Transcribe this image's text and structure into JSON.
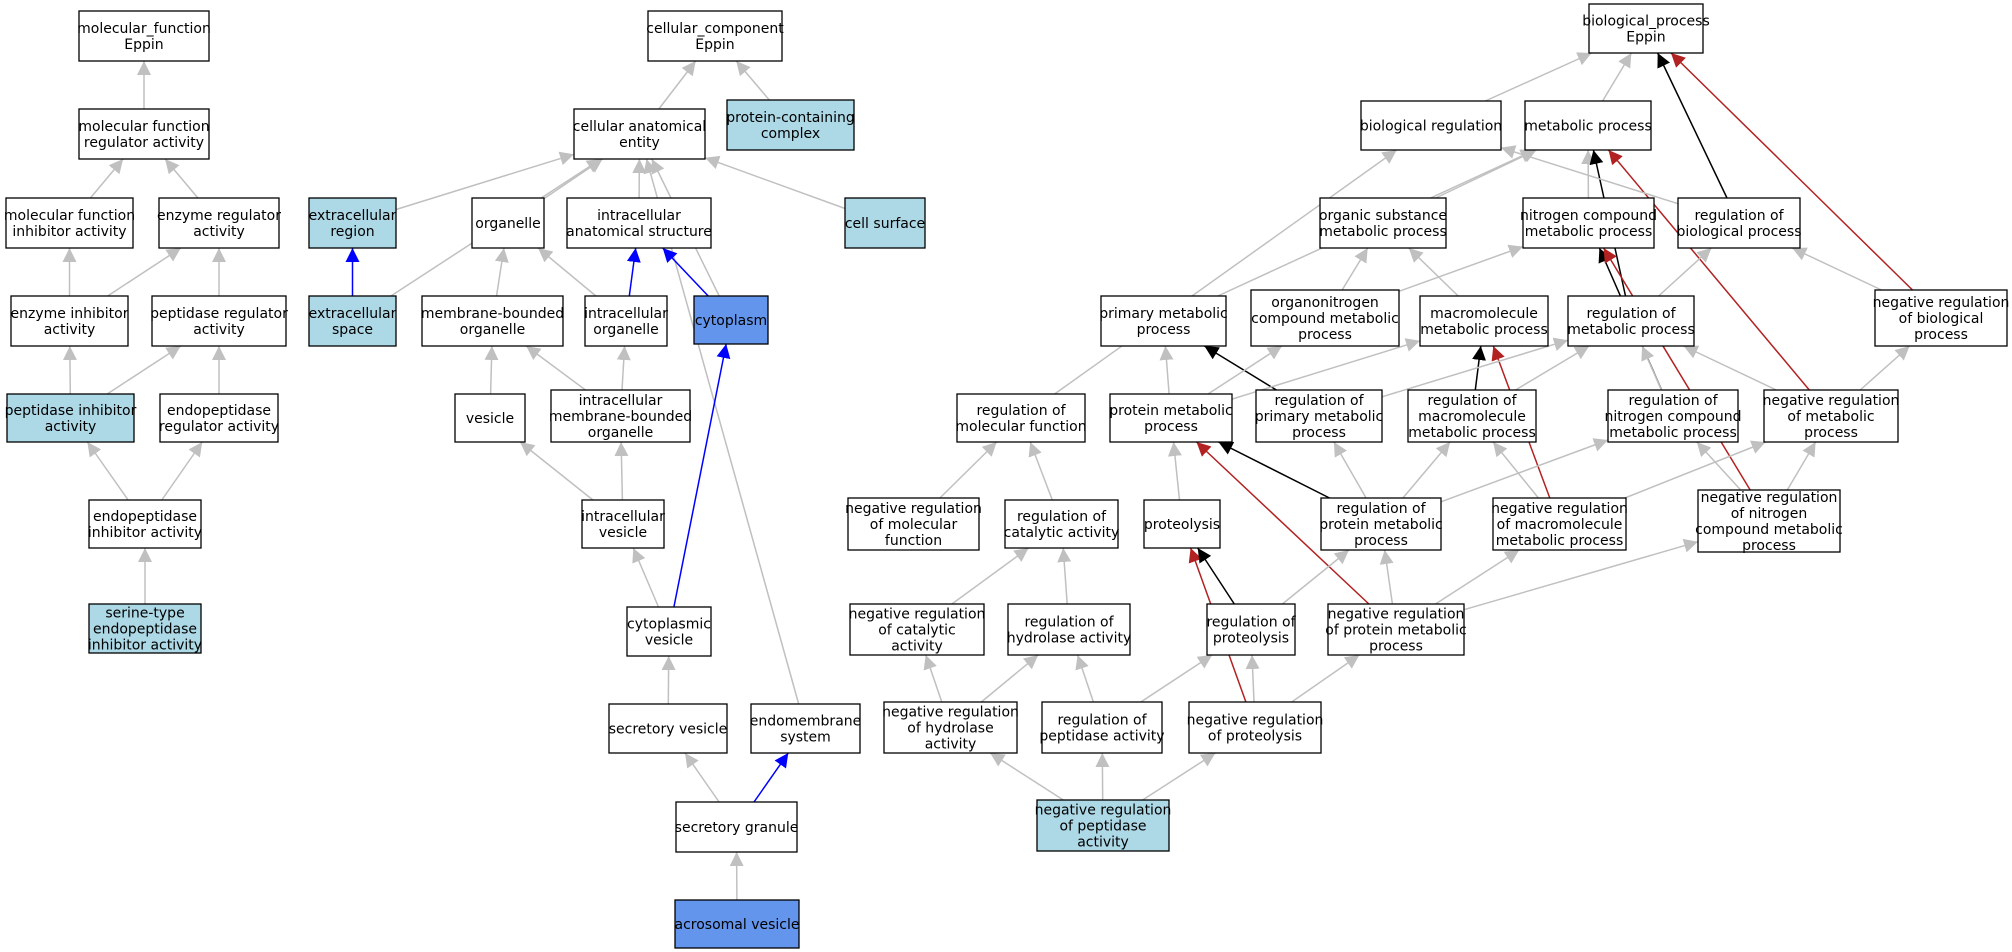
{
  "colors": {
    "plain": "#ffffff",
    "light": "#add8e6",
    "dark": "#6495ed",
    "edge_grey": "#c0c0c0",
    "edge_black": "#000000",
    "edge_blue": "#0000ff",
    "edge_red": "#b22222"
  },
  "nodes": [
    {
      "id": "mf",
      "lines": [
        "molecular_function",
        "Eppin"
      ],
      "fill": "plain"
    },
    {
      "id": "mfra",
      "lines": [
        "molecular function",
        "regulator activity"
      ],
      "fill": "plain"
    },
    {
      "id": "mfia",
      "lines": [
        "molecular function",
        "inhibitor activity"
      ],
      "fill": "plain"
    },
    {
      "id": "era",
      "lines": [
        "enzyme regulator",
        "activity"
      ],
      "fill": "plain"
    },
    {
      "id": "eia",
      "lines": [
        "enzyme inhibitor",
        "activity"
      ],
      "fill": "plain"
    },
    {
      "id": "pra",
      "lines": [
        "peptidase regulator",
        "activity"
      ],
      "fill": "plain"
    },
    {
      "id": "pia",
      "lines": [
        "peptidase inhibitor",
        "activity"
      ],
      "fill": "light"
    },
    {
      "id": "epra",
      "lines": [
        "endopeptidase",
        "regulator activity"
      ],
      "fill": "plain"
    },
    {
      "id": "epia",
      "lines": [
        "endopeptidase",
        "inhibitor activity"
      ],
      "fill": "plain"
    },
    {
      "id": "stepia",
      "lines": [
        "serine-type",
        "endopeptidase",
        "inhibitor activity"
      ],
      "fill": "light"
    },
    {
      "id": "cc",
      "lines": [
        "cellular_component",
        "Eppin"
      ],
      "fill": "plain"
    },
    {
      "id": "cae",
      "lines": [
        "cellular anatomical",
        "entity"
      ],
      "fill": "plain"
    },
    {
      "id": "pcc",
      "lines": [
        "protein-containing",
        "complex"
      ],
      "fill": "light"
    },
    {
      "id": "exr",
      "lines": [
        "extracellular",
        "region"
      ],
      "fill": "light"
    },
    {
      "id": "org",
      "lines": [
        "organelle"
      ],
      "fill": "plain"
    },
    {
      "id": "ias",
      "lines": [
        "intracellular",
        "anatomical structure"
      ],
      "fill": "plain"
    },
    {
      "id": "cs",
      "lines": [
        "cell surface"
      ],
      "fill": "light"
    },
    {
      "id": "exs",
      "lines": [
        "extracellular",
        "space"
      ],
      "fill": "light"
    },
    {
      "id": "mbo",
      "lines": [
        "membrane-bounded",
        "organelle"
      ],
      "fill": "plain"
    },
    {
      "id": "io",
      "lines": [
        "intracellular",
        "organelle"
      ],
      "fill": "plain"
    },
    {
      "id": "cyt",
      "lines": [
        "cytoplasm"
      ],
      "fill": "dark"
    },
    {
      "id": "ves",
      "lines": [
        "vesicle"
      ],
      "fill": "plain"
    },
    {
      "id": "imbo",
      "lines": [
        "intracellular",
        "membrane-bounded",
        "organelle"
      ],
      "fill": "plain"
    },
    {
      "id": "iv",
      "lines": [
        "intracellular",
        "vesicle"
      ],
      "fill": "plain"
    },
    {
      "id": "cv",
      "lines": [
        "cytoplasmic",
        "vesicle"
      ],
      "fill": "plain"
    },
    {
      "id": "sv",
      "lines": [
        "secretory vesicle"
      ],
      "fill": "plain"
    },
    {
      "id": "ems",
      "lines": [
        "endomembrane",
        "system"
      ],
      "fill": "plain"
    },
    {
      "id": "sg",
      "lines": [
        "secretory granule"
      ],
      "fill": "plain"
    },
    {
      "id": "av",
      "lines": [
        "acrosomal vesicle"
      ],
      "fill": "dark"
    },
    {
      "id": "bp",
      "lines": [
        "biological_process",
        "Eppin"
      ],
      "fill": "plain"
    },
    {
      "id": "breg",
      "lines": [
        "biological regulation"
      ],
      "fill": "plain"
    },
    {
      "id": "mp",
      "lines": [
        "metabolic process"
      ],
      "fill": "plain"
    },
    {
      "id": "osmp",
      "lines": [
        "organic substance",
        "metabolic process"
      ],
      "fill": "plain"
    },
    {
      "id": "ncmp",
      "lines": [
        "nitrogen compound",
        "metabolic process"
      ],
      "fill": "plain"
    },
    {
      "id": "rbp",
      "lines": [
        "regulation of",
        "biological process"
      ],
      "fill": "plain"
    },
    {
      "id": "pmp",
      "lines": [
        "primary metabolic",
        "process"
      ],
      "fill": "plain"
    },
    {
      "id": "oncmp",
      "lines": [
        "organonitrogen",
        "compound metabolic",
        "process"
      ],
      "fill": "plain"
    },
    {
      "id": "mmp",
      "lines": [
        "macromolecule",
        "metabolic process"
      ],
      "fill": "plain"
    },
    {
      "id": "rmp",
      "lines": [
        "regulation of",
        "metabolic process"
      ],
      "fill": "plain"
    },
    {
      "id": "nrbp",
      "lines": [
        "negative regulation",
        "of biological",
        "process"
      ],
      "fill": "plain"
    },
    {
      "id": "rmf",
      "lines": [
        "regulation of",
        "molecular function"
      ],
      "fill": "plain"
    },
    {
      "id": "prmp",
      "lines": [
        "protein metabolic",
        "process"
      ],
      "fill": "plain"
    },
    {
      "id": "rpmp",
      "lines": [
        "regulation of",
        "primary metabolic",
        "process"
      ],
      "fill": "plain"
    },
    {
      "id": "rmmp",
      "lines": [
        "regulation of",
        "macromolecule",
        "metabolic process"
      ],
      "fill": "plain"
    },
    {
      "id": "rncmp",
      "lines": [
        "regulation of",
        "nitrogen compound",
        "metabolic process"
      ],
      "fill": "plain"
    },
    {
      "id": "nrmp",
      "lines": [
        "negative regulation",
        "of metabolic",
        "process"
      ],
      "fill": "plain"
    },
    {
      "id": "nrmf",
      "lines": [
        "negative regulation",
        "of molecular",
        "function"
      ],
      "fill": "plain"
    },
    {
      "id": "rca",
      "lines": [
        "regulation of",
        "catalytic activity"
      ],
      "fill": "plain"
    },
    {
      "id": "prot",
      "lines": [
        "proteolysis"
      ],
      "fill": "plain"
    },
    {
      "id": "rprmp",
      "lines": [
        "regulation of",
        "protein metabolic",
        "process"
      ],
      "fill": "plain"
    },
    {
      "id": "nrmmp",
      "lines": [
        "negative regulation",
        "of macromolecule",
        "metabolic process"
      ],
      "fill": "plain"
    },
    {
      "id": "nrncmp",
      "lines": [
        "negative regulation",
        "of nitrogen",
        "compound metabolic",
        "process"
      ],
      "fill": "plain"
    },
    {
      "id": "nrca",
      "lines": [
        "negative regulation",
        "of catalytic",
        "activity"
      ],
      "fill": "plain"
    },
    {
      "id": "rha",
      "lines": [
        "regulation of",
        "hydrolase activity"
      ],
      "fill": "plain"
    },
    {
      "id": "rprot",
      "lines": [
        "regulation of",
        "proteolysis"
      ],
      "fill": "plain"
    },
    {
      "id": "nrprmp",
      "lines": [
        "negative regulation",
        "of protein metabolic",
        "process"
      ],
      "fill": "plain"
    },
    {
      "id": "nrha",
      "lines": [
        "negative regulation",
        "of hydrolase",
        "activity"
      ],
      "fill": "plain"
    },
    {
      "id": "rpa",
      "lines": [
        "regulation of",
        "peptidase activity"
      ],
      "fill": "plain"
    },
    {
      "id": "nrprot",
      "lines": [
        "negative regulation",
        "of proteolysis"
      ],
      "fill": "plain"
    },
    {
      "id": "nrpa",
      "lines": [
        "negative regulation",
        "of peptidase",
        "activity"
      ],
      "fill": "light"
    }
  ],
  "edges": [
    {
      "from": "mfra",
      "to": "mf",
      "color": "edge_grey"
    },
    {
      "from": "mfia",
      "to": "mfra",
      "color": "edge_grey"
    },
    {
      "from": "era",
      "to": "mfra",
      "color": "edge_grey"
    },
    {
      "from": "eia",
      "to": "mfia",
      "color": "edge_grey"
    },
    {
      "from": "eia",
      "to": "era",
      "color": "edge_grey"
    },
    {
      "from": "pra",
      "to": "era",
      "color": "edge_grey"
    },
    {
      "from": "pia",
      "to": "eia",
      "color": "edge_grey"
    },
    {
      "from": "pia",
      "to": "pra",
      "color": "edge_grey"
    },
    {
      "from": "epra",
      "to": "pra",
      "color": "edge_grey"
    },
    {
      "from": "epia",
      "to": "pia",
      "color": "edge_grey"
    },
    {
      "from": "epia",
      "to": "epra",
      "color": "edge_grey"
    },
    {
      "from": "stepia",
      "to": "epia",
      "color": "edge_grey"
    },
    {
      "from": "cae",
      "to": "cc",
      "color": "edge_grey"
    },
    {
      "from": "pcc",
      "to": "cc",
      "color": "edge_grey"
    },
    {
      "from": "exr",
      "to": "cae",
      "color": "edge_grey"
    },
    {
      "from": "exs",
      "to": "cae",
      "color": "edge_grey"
    },
    {
      "from": "org",
      "to": "cae",
      "color": "edge_grey"
    },
    {
      "from": "ias",
      "to": "cae",
      "color": "edge_grey"
    },
    {
      "from": "cyt",
      "to": "cae",
      "color": "edge_grey"
    },
    {
      "from": "ems",
      "to": "cae",
      "color": "edge_grey"
    },
    {
      "from": "cs",
      "to": "cae",
      "color": "edge_grey"
    },
    {
      "from": "exs",
      "to": "exr",
      "color": "edge_blue"
    },
    {
      "from": "mbo",
      "to": "org",
      "color": "edge_grey"
    },
    {
      "from": "io",
      "to": "org",
      "color": "edge_grey"
    },
    {
      "from": "io",
      "to": "ias",
      "color": "edge_blue"
    },
    {
      "from": "cyt",
      "to": "ias",
      "color": "edge_blue"
    },
    {
      "from": "ves",
      "to": "mbo",
      "color": "edge_grey"
    },
    {
      "from": "imbo",
      "to": "mbo",
      "color": "edge_grey"
    },
    {
      "from": "imbo",
      "to": "io",
      "color": "edge_grey"
    },
    {
      "from": "iv",
      "to": "ves",
      "color": "edge_grey"
    },
    {
      "from": "iv",
      "to": "imbo",
      "color": "edge_grey"
    },
    {
      "from": "cv",
      "to": "iv",
      "color": "edge_grey"
    },
    {
      "from": "cv",
      "to": "cyt",
      "color": "edge_blue"
    },
    {
      "from": "sv",
      "to": "cv",
      "color": "edge_grey"
    },
    {
      "from": "sg",
      "to": "sv",
      "color": "edge_grey"
    },
    {
      "from": "sg",
      "to": "ems",
      "color": "edge_blue"
    },
    {
      "from": "av",
      "to": "sg",
      "color": "edge_grey"
    },
    {
      "from": "breg",
      "to": "bp",
      "color": "edge_grey"
    },
    {
      "from": "mp",
      "to": "bp",
      "color": "edge_grey"
    },
    {
      "from": "rbp",
      "to": "bp",
      "color": "edge_black"
    },
    {
      "from": "nrbp",
      "to": "bp",
      "color": "edge_red"
    },
    {
      "from": "osmp",
      "to": "mp",
      "color": "edge_grey"
    },
    {
      "from": "ncmp",
      "to": "mp",
      "color": "edge_grey"
    },
    {
      "from": "pmp",
      "to": "mp",
      "color": "edge_grey"
    },
    {
      "from": "rmp",
      "to": "mp",
      "color": "edge_black"
    },
    {
      "from": "nrmp",
      "to": "mp",
      "color": "edge_red"
    },
    {
      "from": "rbp",
      "to": "breg",
      "color": "edge_grey"
    },
    {
      "from": "rmf",
      "to": "breg",
      "color": "edge_grey"
    },
    {
      "from": "oncmp",
      "to": "osmp",
      "color": "edge_grey"
    },
    {
      "from": "mmp",
      "to": "osmp",
      "color": "edge_grey"
    },
    {
      "from": "oncmp",
      "to": "ncmp",
      "color": "edge_grey"
    },
    {
      "from": "rncmp",
      "to": "ncmp",
      "color": "edge_black"
    },
    {
      "from": "nrncmp",
      "to": "ncmp",
      "color": "edge_red"
    },
    {
      "from": "rmp",
      "to": "rbp",
      "color": "edge_grey"
    },
    {
      "from": "nrbp",
      "to": "rbp",
      "color": "edge_grey"
    },
    {
      "from": "prmp",
      "to": "pmp",
      "color": "edge_grey"
    },
    {
      "from": "rpmp",
      "to": "pmp",
      "color": "edge_black"
    },
    {
      "from": "prmp",
      "to": "oncmp",
      "color": "edge_grey"
    },
    {
      "from": "prmp",
      "to": "mmp",
      "color": "edge_grey"
    },
    {
      "from": "rmmp",
      "to": "mmp",
      "color": "edge_black"
    },
    {
      "from": "nrmmp",
      "to": "mmp",
      "color": "edge_red"
    },
    {
      "from": "rpmp",
      "to": "rmp",
      "color": "edge_grey"
    },
    {
      "from": "rmmp",
      "to": "rmp",
      "color": "edge_grey"
    },
    {
      "from": "rncmp",
      "to": "rmp",
      "color": "edge_grey"
    },
    {
      "from": "nrmp",
      "to": "rmp",
      "color": "edge_grey"
    },
    {
      "from": "nrmp",
      "to": "nrbp",
      "color": "edge_grey"
    },
    {
      "from": "nrmf",
      "to": "rmf",
      "color": "edge_grey"
    },
    {
      "from": "rca",
      "to": "rmf",
      "color": "edge_grey"
    },
    {
      "from": "prot",
      "to": "prmp",
      "color": "edge_grey"
    },
    {
      "from": "rprmp",
      "to": "prmp",
      "color": "edge_black"
    },
    {
      "from": "nrprmp",
      "to": "prmp",
      "color": "edge_red"
    },
    {
      "from": "rprmp",
      "to": "rpmp",
      "color": "edge_grey"
    },
    {
      "from": "rprmp",
      "to": "rmmp",
      "color": "edge_grey"
    },
    {
      "from": "nrmmp",
      "to": "rmmp",
      "color": "edge_grey"
    },
    {
      "from": "rprmp",
      "to": "rncmp",
      "color": "edge_grey"
    },
    {
      "from": "nrncmp",
      "to": "rncmp",
      "color": "edge_grey"
    },
    {
      "from": "nrmmp",
      "to": "nrmp",
      "color": "edge_grey"
    },
    {
      "from": "nrncmp",
      "to": "nrmp",
      "color": "edge_grey"
    },
    {
      "from": "nrca",
      "to": "rca",
      "color": "edge_grey"
    },
    {
      "from": "rha",
      "to": "rca",
      "color": "edge_grey"
    },
    {
      "from": "nrprot",
      "to": "prot",
      "color": "edge_red"
    },
    {
      "from": "rprot",
      "to": "prot",
      "color": "edge_black"
    },
    {
      "from": "rprot",
      "to": "rprmp",
      "color": "edge_grey"
    },
    {
      "from": "nrprmp",
      "to": "rprmp",
      "color": "edge_grey"
    },
    {
      "from": "nrprmp",
      "to": "nrmmp",
      "color": "edge_grey"
    },
    {
      "from": "nrprmp",
      "to": "nrncmp",
      "color": "edge_grey"
    },
    {
      "from": "nrha",
      "to": "nrca",
      "color": "edge_grey"
    },
    {
      "from": "nrha",
      "to": "rha",
      "color": "edge_grey"
    },
    {
      "from": "rpa",
      "to": "rha",
      "color": "edge_grey"
    },
    {
      "from": "rpa",
      "to": "rprot",
      "color": "edge_grey"
    },
    {
      "from": "nrprot",
      "to": "rprot",
      "color": "edge_grey"
    },
    {
      "from": "nrprot",
      "to": "nrprmp",
      "color": "edge_grey"
    },
    {
      "from": "nrpa",
      "to": "nrha",
      "color": "edge_grey"
    },
    {
      "from": "nrpa",
      "to": "rpa",
      "color": "edge_grey"
    },
    {
      "from": "nrpa",
      "to": "nrprot",
      "color": "edge_grey"
    }
  ]
}
